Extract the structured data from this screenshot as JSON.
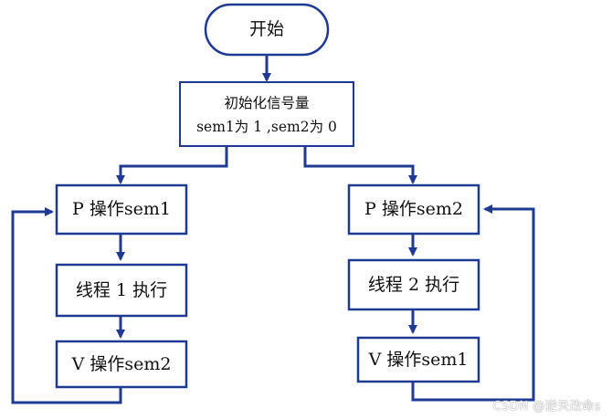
{
  "nodes": {
    "start": "开始",
    "init_line1": "初始化信号量",
    "init_line2": "sem1为 1 ,sem2为 0",
    "left_p": "P 操作sem1",
    "left_exec": "线程 1 执行",
    "left_v": "V 操作sem2",
    "right_p": "P 操作sem2",
    "right_exec": "线程 2 执行",
    "right_v": "V 操作sem1"
  },
  "colors": {
    "stroke": "#1f3a93",
    "text": "#111111",
    "background": "#ffffff"
  },
  "watermark": "CSDN @逆天改命s"
}
